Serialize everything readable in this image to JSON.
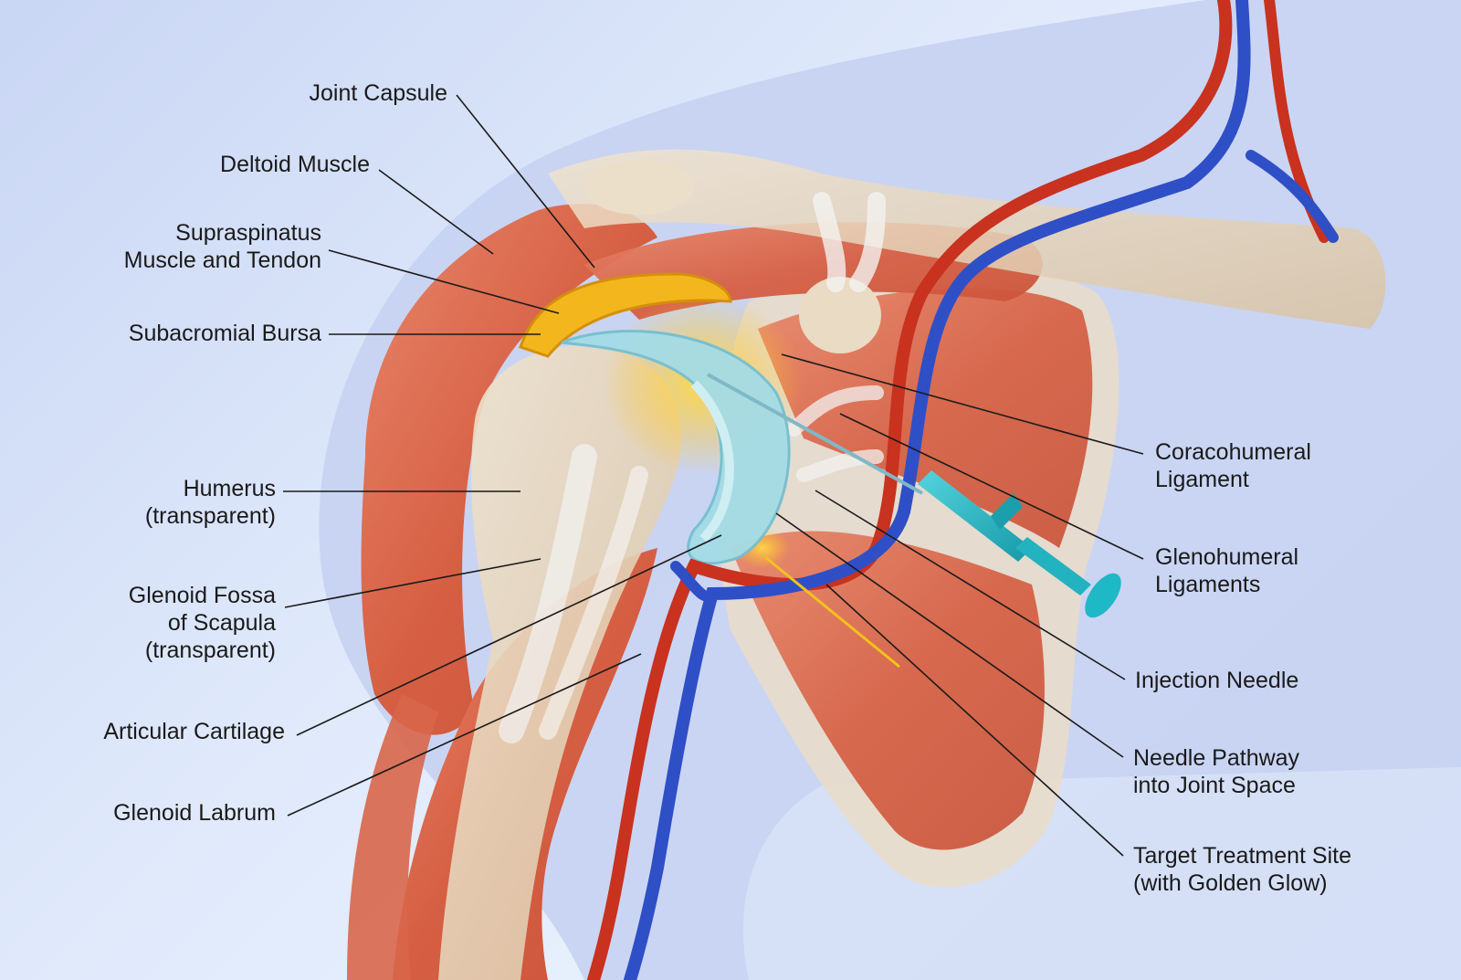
{
  "labels": {
    "joint_capsule": [
      "Joint Capsule"
    ],
    "deltoid_muscle": [
      "Deltoid Muscle"
    ],
    "supraspinatus": [
      "Supraspinatus",
      "Muscle and Tendon"
    ],
    "subacromial_bursa": [
      "Subacromial Bursa"
    ],
    "humerus": [
      "Humerus",
      "(transparent)"
    ],
    "glenoid_fossa": [
      "Glenoid Fossa",
      "of Scapula",
      "(transparent)"
    ],
    "articular_cartilage": [
      "Articular Cartilage"
    ],
    "glenoid_labrum": [
      "Glenoid Labrum"
    ],
    "coracohumeral_ligament": [
      "Coracohumeral",
      "Ligament"
    ],
    "glenohumeral_ligaments": [
      "Glenohumeral",
      "Ligaments"
    ],
    "injection_needle": [
      "Injection Needle"
    ],
    "needle_pathway": [
      "Needle Pathway",
      "into Joint Space"
    ],
    "target_site": [
      "Target Treatment Site",
      "(with Golden Glow)"
    ]
  },
  "colors": {
    "muscle": "#d9684a",
    "bone": "#e6d3b8",
    "artery": "#c8321f",
    "vein": "#2f4fc7",
    "cartilage": "#9fd8e4",
    "bursa": "#f1b21e",
    "syringe": "#1fb8c6",
    "leader": "#1a1a1a"
  }
}
